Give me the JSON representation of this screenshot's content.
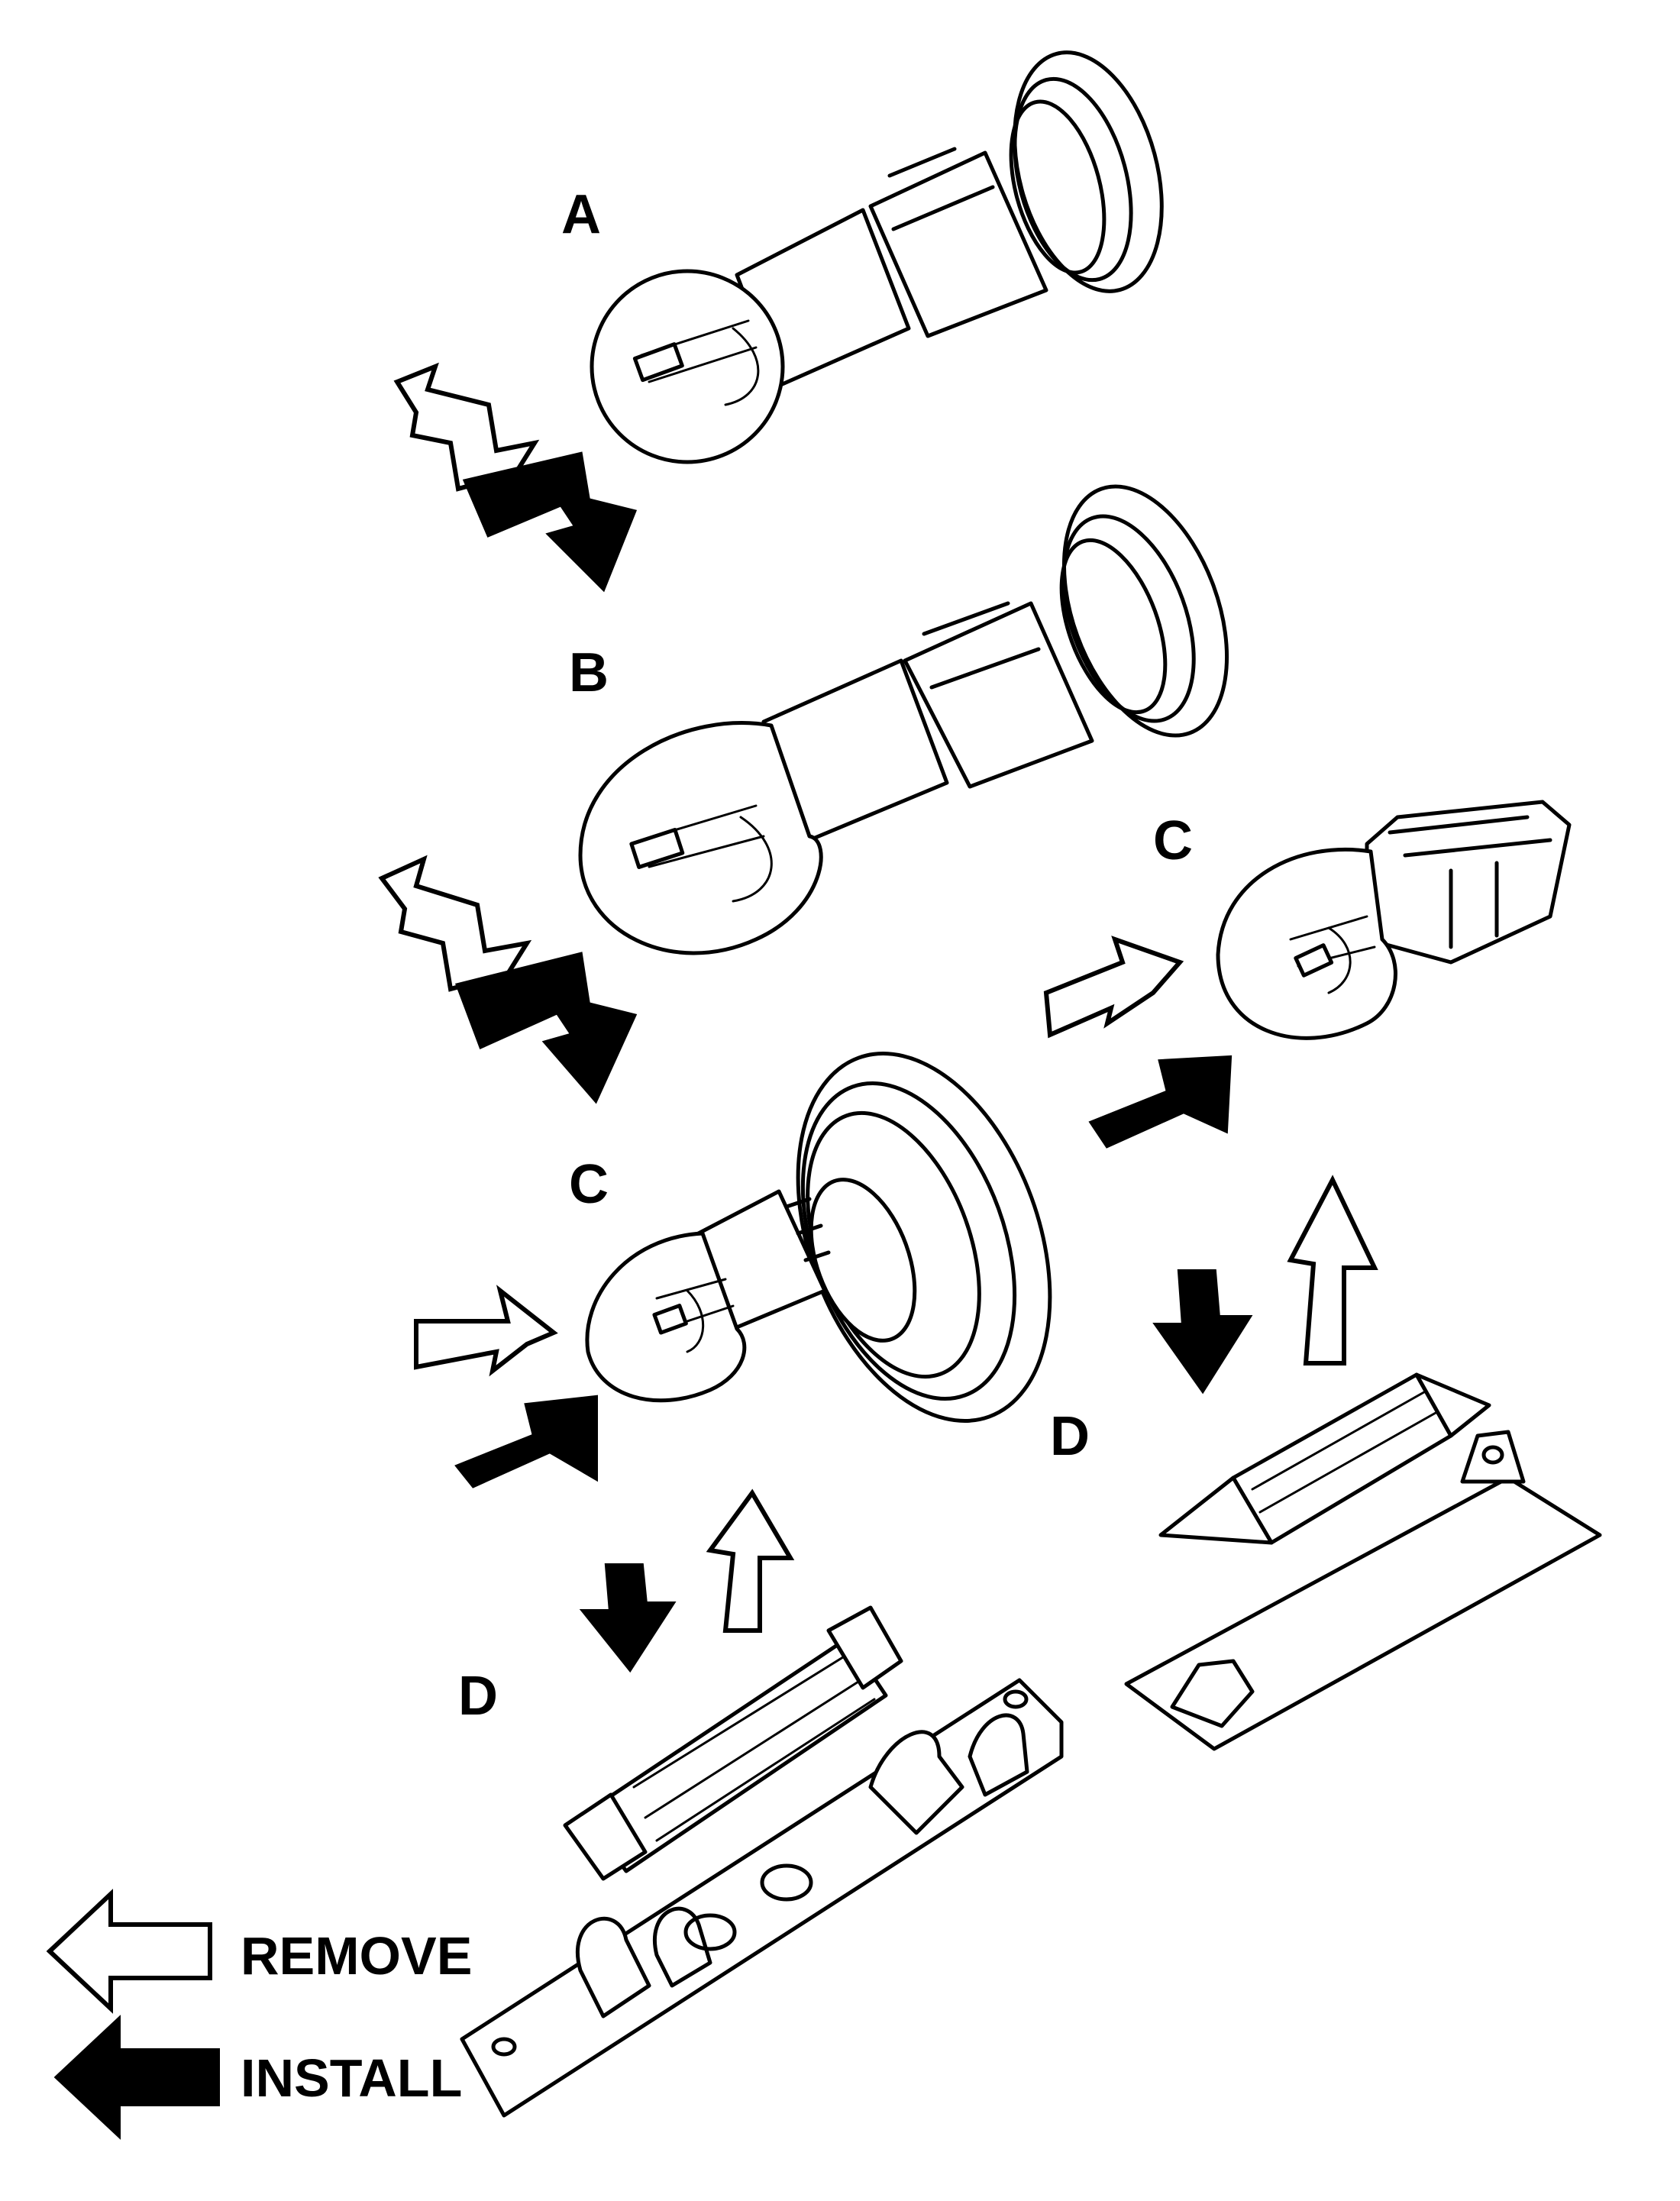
{
  "figure": {
    "labels": {
      "a": "A",
      "b": "B",
      "c_left": "C",
      "c_right": "C",
      "d_left": "D",
      "d_right": "D"
    },
    "legend": {
      "remove": "REMOVE",
      "install": "INSTALL"
    },
    "icons": {
      "remove_arrow": "outlined-arrow-left",
      "install_arrow": "solid-arrow-left"
    },
    "colors": {
      "ink": "#000000",
      "paper": "#ffffff"
    }
  }
}
